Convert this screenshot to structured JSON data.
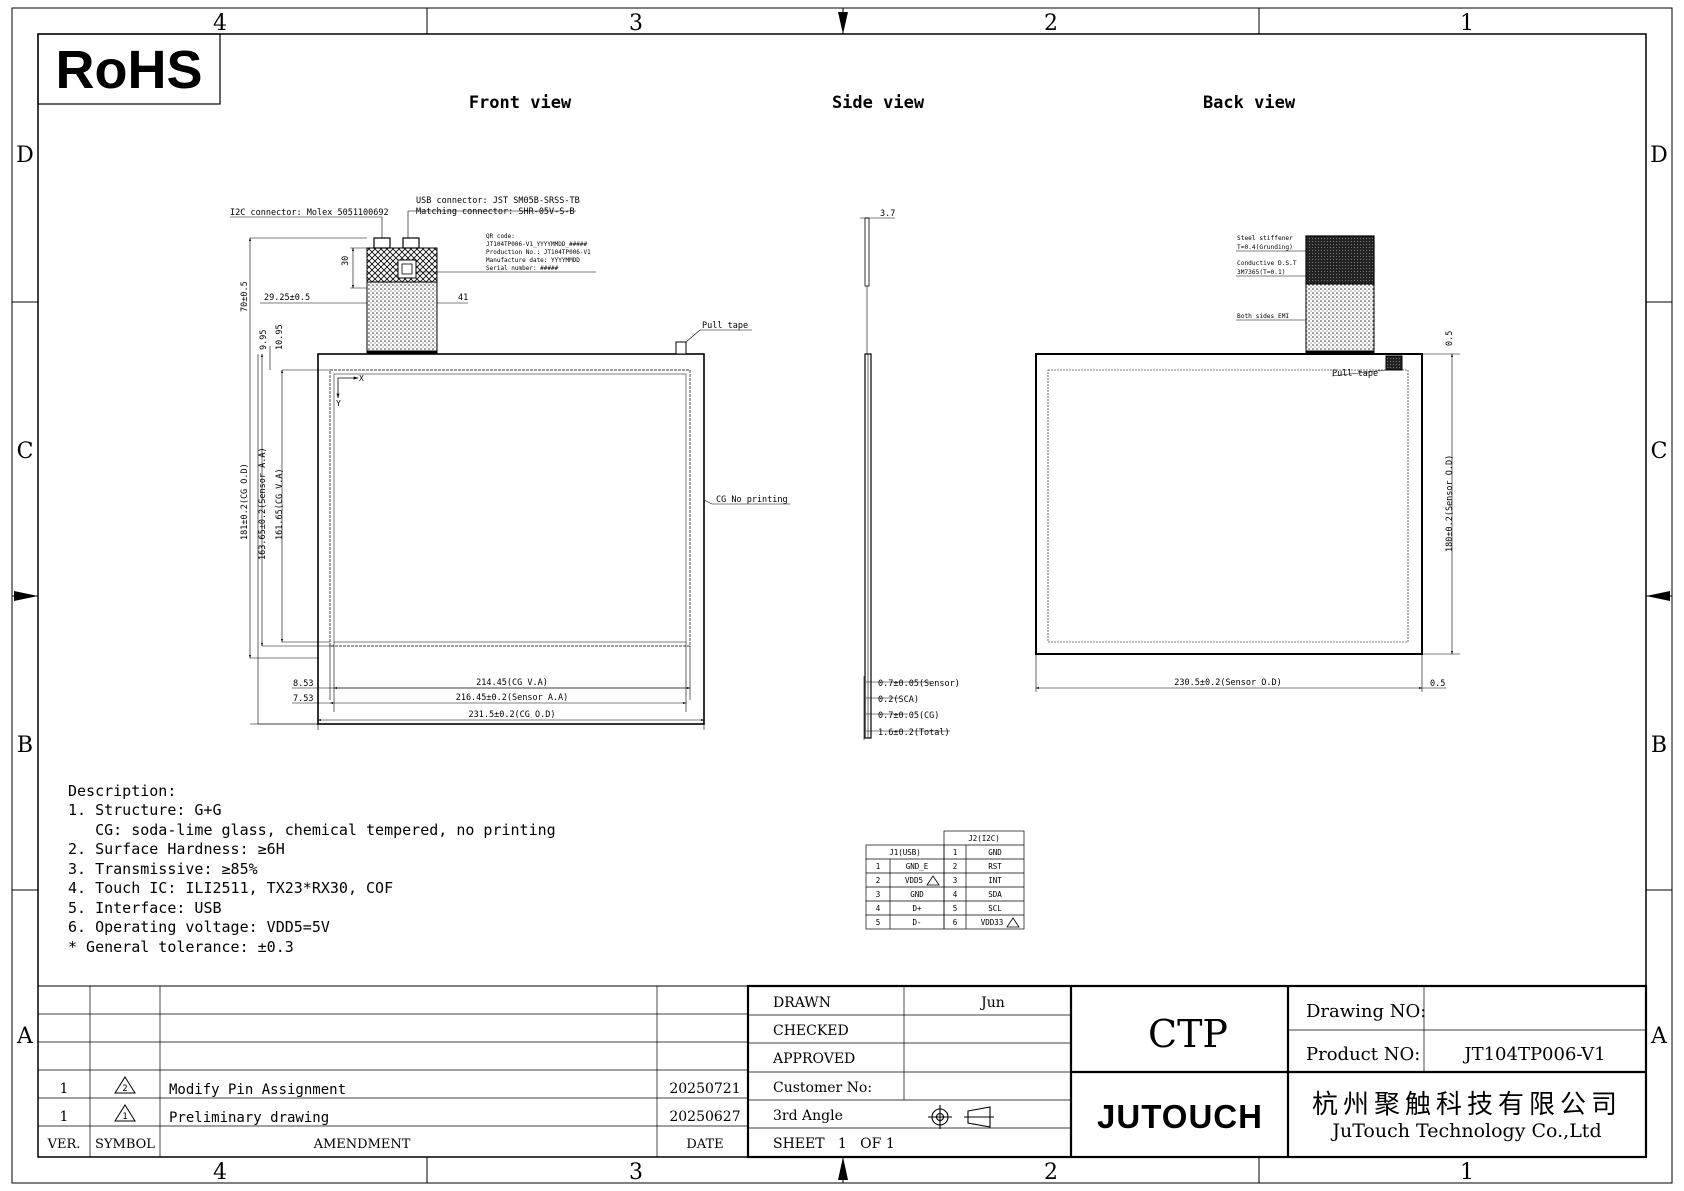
{
  "zones": {
    "cols_top": [
      "4",
      "3",
      "2",
      "1"
    ],
    "cols_bottom": [
      "4",
      "3",
      "2",
      "1"
    ],
    "rows_left": [
      "D",
      "C",
      "B",
      "A"
    ],
    "rows_right": [
      "D",
      "C",
      "B",
      "A"
    ]
  },
  "rohs": "RoHS",
  "views": {
    "front": "Front view",
    "side": "Side view",
    "back": "Back view"
  },
  "front": {
    "i2c_connector": "I2C connector: Molex 5051100692",
    "usb_connector": "USB connector: JST SM05B-SRSS-TB",
    "matching_connector": "Matching connector: SHR-05V-S-B",
    "qr": [
      "QR code:",
      "JT104TP006-V1_YYYYMMDD_#####",
      "Production No.: JT104TP006-V1",
      "Manufacture date: YYYYMMDD",
      "Serial number: #####"
    ],
    "pull_tape": "Pull tape",
    "cg_no_printing": "CG No printing",
    "dim_30": "30",
    "dim_70": "70±0.5",
    "dim_29_25": "29.25±0.5",
    "dim_41": "41",
    "dim_9_95": "9.95",
    "dim_10_95": "10.95",
    "dim_181": "181±0.2(CG O.D)",
    "dim_163_65": "163.65±0.2(Sensor A.A)",
    "dim_161_65": "161.65(CG V.A)",
    "axis_x": "X",
    "axis_y": "Y",
    "dim_8_53": "8.53",
    "dim_7_53": "7.53",
    "dim_214_45": "214.45(CG V.A)",
    "dim_216_45": "216.45±0.2(Sensor A.A)",
    "dim_231_5": "231.5±0.2(CG O.D)"
  },
  "side": {
    "dim_3_7": "3.7",
    "dim_sensor": "0.7±0.05(Sensor)",
    "dim_sca": "0.2(SCA)",
    "dim_cg": "0.7±0.05(CG)",
    "dim_total": "1.6±0.2(Total)"
  },
  "back": {
    "steel1": "Steel stiffener",
    "steel2": "T=0.4(Grunding)",
    "cond1": "Conductive D.S.T",
    "cond2": "3M7365(T=0.1)",
    "emi": "Both sides EMI",
    "pull_tape": "Pull tape",
    "dim_0_5_top": "0.5",
    "dim_180": "180±0.2(Sensor O.D)",
    "dim_230_5": "230.5±0.2(Sensor O.D)",
    "dim_0_5": "0.5"
  },
  "description": {
    "title": "Description:",
    "lines": [
      "1. Structure: G+G",
      "   CG: soda-lime glass, chemical tempered, no printing",
      "2. Surface Hardness: ≥6H",
      "3. Transmissive: ≥85%",
      "4. Touch IC: ILI2511, TX23*RX30, COF",
      "5. Interface: USB",
      "6. Operating voltage: VDD5=5V",
      "* General tolerance: ±0.3"
    ]
  },
  "pin_table": {
    "j1_title": "J1(USB)",
    "j2_title": "J2(I2C)",
    "j1": [
      [
        "1",
        "GND_E"
      ],
      [
        "2",
        "VDD5"
      ],
      [
        "3",
        "GND"
      ],
      [
        "4",
        "D+"
      ],
      [
        "5",
        "D-"
      ]
    ],
    "j2": [
      [
        "1",
        "GND"
      ],
      [
        "2",
        "RST"
      ],
      [
        "3",
        "INT"
      ],
      [
        "4",
        "SDA"
      ],
      [
        "5",
        "SCL"
      ],
      [
        "6",
        "VDD33"
      ]
    ]
  },
  "title_block": {
    "revisions": [
      {
        "ver": "1",
        "symbol": "2",
        "amendment": "Modify Pin Assignment",
        "date": "20250721"
      },
      {
        "ver": "1",
        "symbol": "1",
        "amendment": "Preliminary drawing",
        "date": "20250627"
      }
    ],
    "hdr_ver": "VER.",
    "hdr_symbol": "SYMBOL",
    "hdr_amendment": "AMENDMENT",
    "hdr_date": "DATE",
    "drawn": "DRAWN",
    "drawn_by": "Jun",
    "checked": "CHECKED",
    "approved": "APPROVED",
    "customer": "Customer No:",
    "angle": "3rd Angle",
    "sheet": "SHEET   1   OF 1",
    "ctp": "CTP",
    "logo": "JUTOUCH",
    "drawing_no": "Drawing NO:",
    "product_no": "Product NO:",
    "product_value": "JT104TP006-V1",
    "company_cn": "杭州聚触科技有限公司",
    "company_en": "JuTouch Technology Co.,Ltd"
  }
}
